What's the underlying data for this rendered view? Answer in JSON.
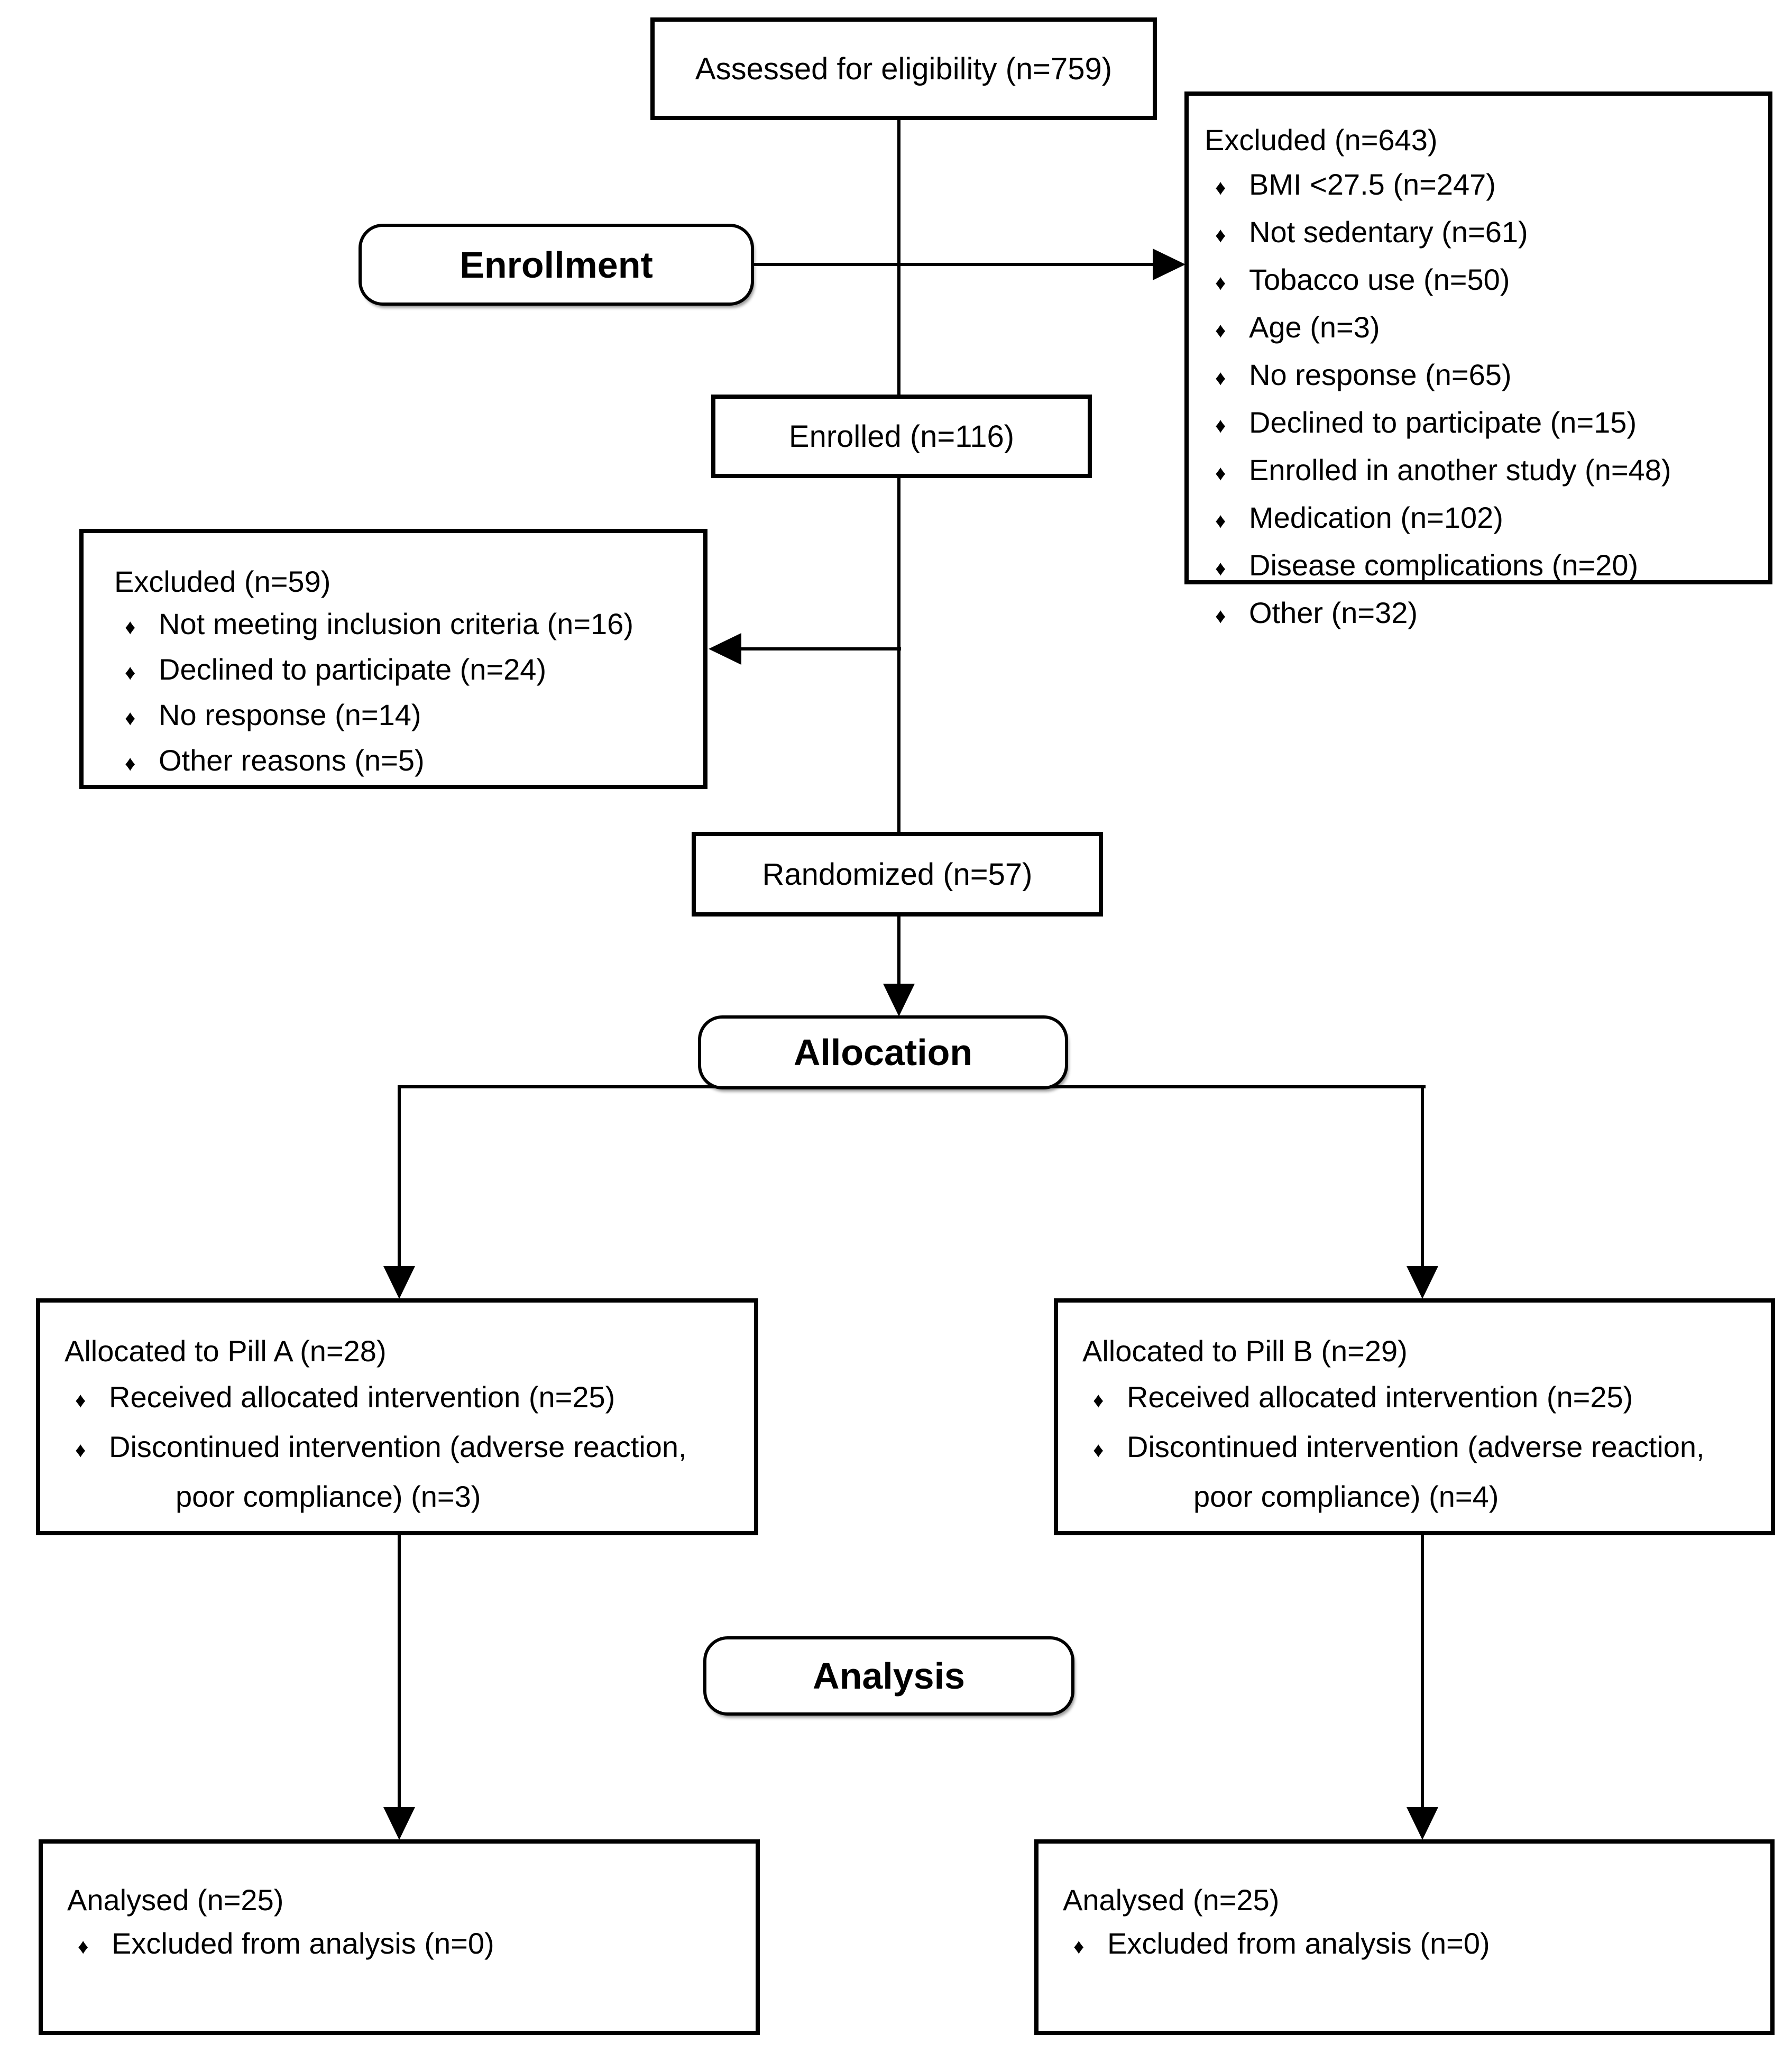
{
  "diagram": {
    "bullet": "♦",
    "colors": {
      "line": "#000000",
      "border": "#000000",
      "background": "#ffffff",
      "text": "#000000"
    },
    "assessed": {
      "label": "Assessed for eligibility (n=759)"
    },
    "excluded_right": {
      "title": "Excluded (n=643)",
      "items": [
        "BMI <27.5 (n=247)",
        "Not sedentary (n=61)",
        "Tobacco use (n=50)",
        "Age (n=3)",
        "No response (n=65)",
        "Declined to participate (n=15)",
        "Enrolled in another study (n=48)",
        "Medication (n=102)",
        "Disease complications (n=20)",
        "Other (n=32)"
      ]
    },
    "enrollment": {
      "label": "Enrollment"
    },
    "enrolled": {
      "label": "Enrolled (n=116)"
    },
    "excluded_left": {
      "title": "Excluded (n=59)",
      "items": [
        "Not meeting inclusion criteria (n=16)",
        "Declined to participate (n=24)",
        "No response (n=14)",
        "Other reasons (n=5)"
      ]
    },
    "randomized": {
      "label": "Randomized (n=57)"
    },
    "allocation": {
      "label": "Allocation"
    },
    "pill_a": {
      "title": "Allocated to Pill A (n=28)",
      "item1": "Received allocated intervention (n=25)",
      "item2_line1": "Discontinued intervention (adverse reaction,",
      "item2_line2": "poor compliance) (n=3)"
    },
    "pill_b": {
      "title": "Allocated to Pill B (n=29)",
      "item1": "Received allocated intervention (n=25)",
      "item2_line1": "Discontinued intervention (adverse reaction,",
      "item2_line2": "poor compliance) (n=4)"
    },
    "analysis": {
      "label": "Analysis"
    },
    "analysed_a": {
      "title": "Analysed (n=25)",
      "item1": "Excluded from analysis (n=0)"
    },
    "analysed_b": {
      "title": "Analysed (n=25)",
      "item1": "Excluded from analysis (n=0)"
    }
  }
}
